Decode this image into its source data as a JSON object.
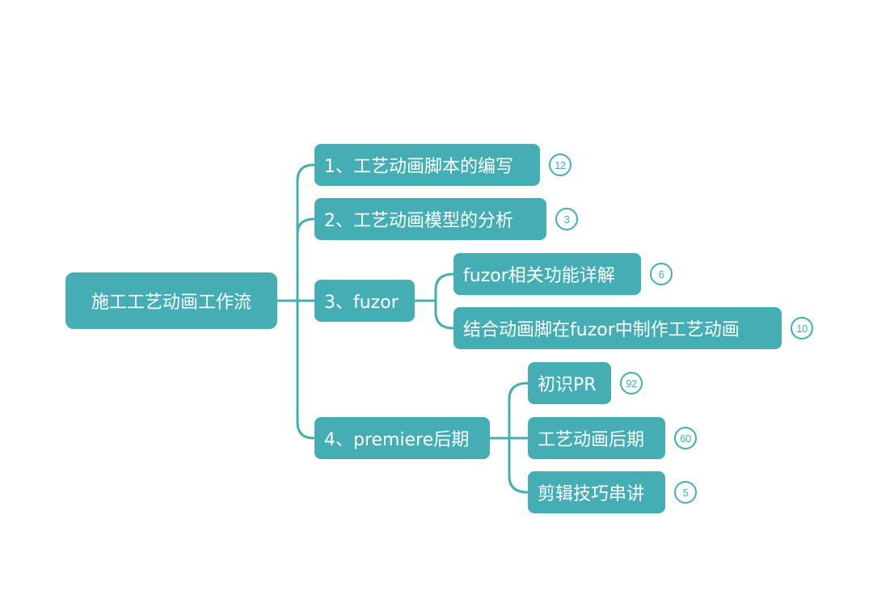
{
  "root": {
    "label": "施工工艺动画工作流"
  },
  "branches": [
    {
      "label": "1、工艺动画脚本的编写",
      "count": "12"
    },
    {
      "label": "2、工艺动画模型的分析",
      "count": "3"
    },
    {
      "label": "3、fuzor",
      "children": [
        {
          "label": "fuzor相关功能详解",
          "count": "6"
        },
        {
          "label": "结合动画脚在fuzor中制作工艺动画",
          "count": "10"
        }
      ]
    },
    {
      "label": "4、premiere后期",
      "children": [
        {
          "label": "初识PR",
          "count": "92"
        },
        {
          "label": "工艺动画后期",
          "count": "60"
        },
        {
          "label": "剪辑技巧串讲",
          "count": "5"
        }
      ]
    }
  ],
  "colors": {
    "node_fill": "#45aeb5",
    "node_text": "#ffffff",
    "connector": "#45aeb5",
    "badge": "#45aeb5"
  }
}
